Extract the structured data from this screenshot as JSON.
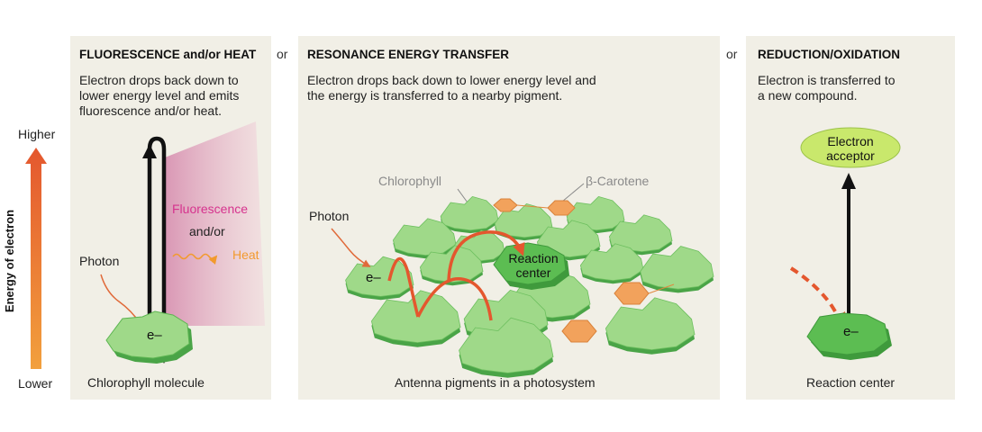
{
  "axis": {
    "label": "Energy of electron",
    "high_label": "Higher",
    "low_label": "Lower",
    "colors": {
      "top": "#e4572e",
      "bottom": "#f2a03d"
    }
  },
  "separator_word": "or",
  "panels": {
    "fluorescence": {
      "title": "FLUORESCENCE and/or HEAT",
      "desc": [
        "Electron drops back down to",
        "lower energy level and emits",
        "fluorescence and/or heat."
      ],
      "photon_label": "Photon",
      "electron_label": "e–",
      "fluorescence_label": "Fluorescence",
      "andor_label": "and/or",
      "heat_label": "Heat",
      "caption": "Chlorophyll molecule"
    },
    "resonance": {
      "title": "RESONANCE ENERGY TRANSFER",
      "desc": [
        "Electron drops back down to lower energy level and",
        "the energy is transferred to a nearby pigment."
      ],
      "chlorophyll_label": "Chlorophyll",
      "carotene_label": "β-Carotene",
      "photon_label": "Photon",
      "electron_label": "e–",
      "reaction_center_label": [
        "Reaction",
        "center"
      ],
      "caption": "Antenna pigments in a photosystem"
    },
    "reduction": {
      "title": "REDUCTION/OXIDATION",
      "desc": [
        "Electron is transferred to",
        "a new compound."
      ],
      "acceptor_label": [
        "Electron",
        "acceptor"
      ],
      "electron_label": "e–",
      "caption": "Reaction center"
    }
  },
  "colors": {
    "panel_bg": "#f1efe6",
    "leaf_fill": "#9fd989",
    "leaf_edge": "#4aa447",
    "carotene": "#f2a25c",
    "arrow_orange": "#e4572e",
    "fluorescence_text": "#d6338e",
    "heat_text": "#f29a2e",
    "gray_text": "#8a8a8a",
    "acceptor_fill": "#c9e86c"
  }
}
